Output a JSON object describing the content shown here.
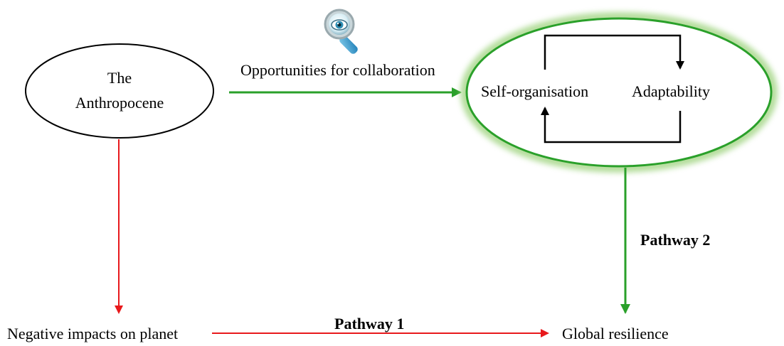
{
  "nodes": {
    "anthropocene_line1": "The",
    "anthropocene_line2": "Anthropocene",
    "self_organisation": "Self-organisation",
    "adaptability": "Adaptability",
    "negative_impacts": "Negative impacts on planet",
    "global_resilience": "Global resilience"
  },
  "edges": {
    "collaboration_label": "Opportunities for collaboration",
    "pathway1_label": "Pathway 1",
    "pathway2_label": "Pathway 2"
  },
  "icons": {
    "collaboration_icon": "magnifying-glass-eye-icon"
  },
  "colors": {
    "pathway1_arrow": "#e8191c",
    "pathway2_arrow": "#2aa02a",
    "glow": "#9bd27a",
    "feedback_loop": "#000000"
  }
}
